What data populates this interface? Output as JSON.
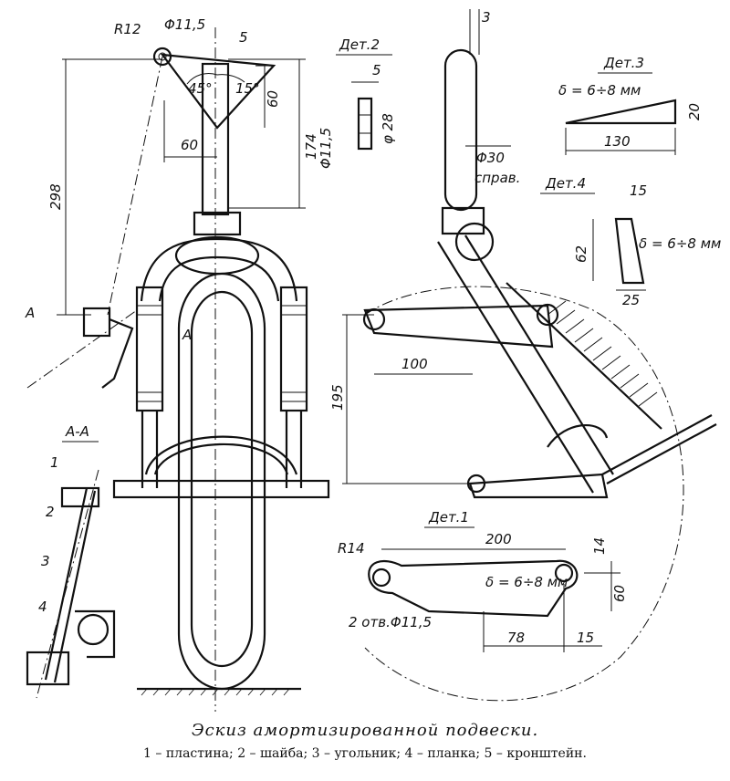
{
  "caption": {
    "title": "Эскиз амортизированной подвески.",
    "legend": "1 – пластина; 2 – шайба; 3 – угольник; 4 – планка; 5 – кронштейн."
  },
  "front_view": {
    "r12": "R12",
    "phi11_5": "Φ11,5",
    "callout_5": "5",
    "angle_45": "45°",
    "angle_15": "15°",
    "dim_60_h": "60",
    "dim_60_v": "60",
    "dim_174": "174",
    "dim_298": "298",
    "section_mark_a": "A",
    "section_mark_a2": "A"
  },
  "section_aa": {
    "title": "А-А",
    "callout_1": "1",
    "callout_2": "2",
    "callout_3": "3",
    "callout_4": "4"
  },
  "det2": {
    "title": "Дет.2",
    "dim_5": "5",
    "dim_28": "φ 28",
    "dim_11_5": "Φ11,5"
  },
  "det3": {
    "title": "Дет.3",
    "thickness": "δ = 6÷8 мм",
    "dim_130": "130",
    "dim_20": "20"
  },
  "det4": {
    "title": "Дет.4",
    "dim_15": "15",
    "dim_62": "62",
    "dim_25": "25",
    "thickness": "δ = 6÷8 мм"
  },
  "side_view": {
    "dim_3": "3",
    "phi30": "Φ30",
    "sprav": "справ.",
    "dim_100": "100",
    "dim_195": "195"
  },
  "det1": {
    "title": "Дет.1",
    "r14": "R14",
    "dim_200": "200",
    "dim_14": "14",
    "thickness": "δ = 6÷8 мм",
    "dim_60": "60",
    "holes": "2 отв.Φ11,5",
    "dim_78": "78",
    "dim_15": "15"
  }
}
